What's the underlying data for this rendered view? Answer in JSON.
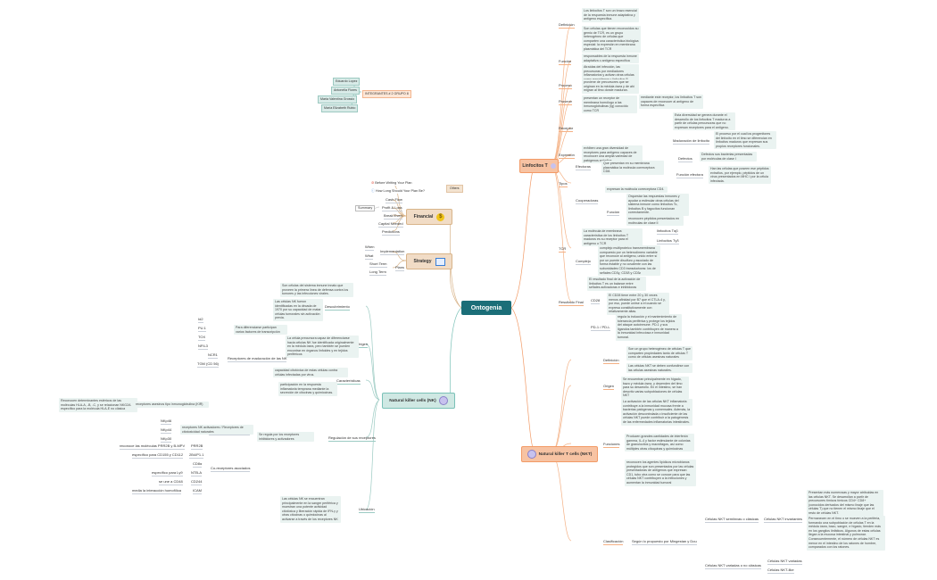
{
  "central": {
    "label": "Ontogenia"
  },
  "integrantes": {
    "title": "INTEGRANTES # 2 GRUPO 8",
    "members": [
      "Eduardo Lopez",
      "Antonella Flores",
      "Maria Valentina Grossio",
      "María Elizabeth Rubio"
    ]
  },
  "financial": {
    "label": "Financial",
    "icon": "dollar-icon",
    "top_items": [
      "Before Writing Your Plan",
      "How Long Should Your Plan Be?"
    ],
    "others": "Others",
    "summary": "Summary",
    "items": [
      "Cash Flow",
      "Profit & Loss",
      "Break Even",
      "Capital Needed",
      "Predictions"
    ]
  },
  "strategy": {
    "label": "Strategy",
    "icon": "presentation-icon",
    "implementation": "Implementation",
    "when": "When",
    "what": "What",
    "plans": "Plans",
    "plan_items": [
      "Short Term",
      "Long Term"
    ]
  },
  "nk": {
    "label": "Natural killer cells (NK)",
    "icon": "cells-icon",
    "descubrimiento": {
      "label": "Descubrimiento",
      "items": [
        "Son células del sistema inmune innato que proveen la primera línea de defensa contra los tumores y las infecciones virales.",
        "Las células NK fueron identificadas en la década de 1970 por su capacidad de matar células tumorales sin activación previa."
      ]
    },
    "origen": {
      "label": "Origen",
      "factores_text": "Para diferenciarse participan varios factores de transcripción",
      "factores": [
        "Id2",
        "PU.1",
        "TOX",
        "NFIL3"
      ],
      "precursor_text": "La célula precursora capaz de diferenciarse hacia células NK fue identificada originalmente en la médula ósea, pero también se pueden encontrar en órganos linfoides y en tejidos periféricos",
      "receptores_label": "Receptores de maduración de las NK",
      "receptores": [
        "NCR1",
        "TGM (CD 56)"
      ]
    },
    "caracteristicas": {
      "label": "Características",
      "items": [
        "capacidad citotóxica de estas células contra células infectadas por virus.",
        "participación en la respuesta inflamatoria temprana mediante la secreción de citocinas y quimiocinas."
      ]
    },
    "regulacion": {
      "label": "Regulación de sus receptores",
      "main_text": "Se regula por los receptores inhibidores y activadores",
      "inhibidores_label": "receptores NK inhibidores",
      "inhibidores_text": "Reconocen determinantes estéricos de las moléculas HLA-A, -B, -C, y se relacionan NKG2A específico para la molécula HLA-E no clásica",
      "inh_sub": "receptores asesinos tipo inmunoglobulina (KIR)",
      "activadores_label": "receptores NK activadores / Receptores de citotoxicidad naturales",
      "activadores": [
        "NKp46",
        "NKp44",
        "NKp30"
      ],
      "coreceptores_label": "Co-receptores asociados",
      "coreceptores": [
        {
          "name": "PRR2B",
          "desc": "reconoce las moléculas PRR2B y B-MPV"
        },
        {
          "name": "2B4/P1.1",
          "desc": "específico para CD155 y CD112"
        },
        {
          "name": "CD8α",
          "desc": ""
        },
        {
          "name": "NTB-A",
          "desc": "específico para Ly9"
        },
        {
          "name": "CD244",
          "desc": "se une a CD48"
        },
        {
          "name": "ICAM",
          "desc": "media la interacción homofílica"
        }
      ]
    },
    "ubicacion": {
      "label": "Ubicación",
      "text": "Las células NK se encuentran principalmente en la sangre periférica y muestran una potente actividad citotóxica y liberación rápida de IFN-γ y otras citocinas o quimiocinas al activarse a través de los receptores NK"
    }
  },
  "linfocitos": {
    "label": "Linfocitos T",
    "icon": "cells-icon",
    "definicion": {
      "label": "Definición",
      "items": [
        "Los linfocitos T son un brazo esencial de la respuesta inmune adaptativa y antígeno específica.",
        "Son células que tienen reconocidos su gemio de TCR, es un grupo heterogéneo de células que comparten una característica biológica especial: la expresión en membrana plasmática del TCR"
      ]
    },
    "funcion": {
      "label": "Función",
      "items": [
        "responsables de la respuesta inmune adaptativa o antígeno específica"
      ]
    },
    "proceso": {
      "label": "Proceso",
      "items": [
        "Atraídas del infección, las precursoras por mediadores inflamatorios y activan otras células como macrófagos y linfocitos B."
      ]
    },
    "provenir": {
      "label": "Provenir",
      "items": [
        "proviene de precursores que se originan en la médula ósea y de ahí migran al timo donde maduran."
      ]
    },
    "receptor": {
      "label": "Receptor",
      "items": [
        "presentan un receptor de membrana homólogo a las inmunoglobulinas (Ig) conocido como TCR",
        "mediante este receptor, los linfocitos T son capaces de reconocer al antígeno de forma específica"
      ]
    },
    "expresion": {
      "label": "Expresión",
      "items": [
        "exhiben una gran diversidad de receptores para antígeno capaces de reconocer una amplia variedad de patógenos extraños",
        "Esta diversidad se genera durante el desarrollo de los linfocitos T maduros a partir de células precursoras que no expresan receptores para el antígeno.",
        "El proceso por el cual los progenitores del linfocito en el timo se diferencian en linfocitos maduros que expresan sus propios receptores funcionales."
      ],
      "sub": "Maduración de linfocito"
    },
    "tipos": {
      "label": "Tipos",
      "efectores": {
        "label": "Efectoras",
        "text": "Que presentan en su membrana plasmática la molécula correceptora CD8.",
        "defectos": "Defectos",
        "defectos_text": "Defectos sus bacterias presentadas por moléculas de clase I",
        "funcion_efectora": "Función efectora",
        "funcion_text": "Han las células que poseen ese péptidos extraños, por ejemplo, péptidos de un virus presentados en MHC I por la célula infectada."
      },
      "cooperadoras": {
        "label": "Cooperadoras",
        "text": "expresan la molécula correceptora CD4.",
        "funcion": "Función",
        "funcion_text": "Orquestar las respuestas inmunes y ayudar a estimular otras células del sistema inmune como linfocitos Tc, linfocitos B y fagocitos funcionan correctamente.",
        "extra": "reconocen péptidos presentados en moléculas de clase II"
      }
    },
    "tcr": {
      "label": "TCR",
      "text": "La molécula de membrana característica de los linfocitos T maduros es su receptor para el antígeno o TCR",
      "tipos": [
        "linfocitos Tαβ",
        "Linfocitos Tγδ"
      ],
      "complejo": "Complejo",
      "complejo_text": "complejo multiproteico transmembrana compuesto por un heterodímero variable que reconoce al antígeno, unido entre sí por un puente disulfuro y asociado de forma estable y no covalente con las subunidades CD3 transductoras: los de señales CD3γ, CD3δ y CD3ε"
    },
    "resultado": {
      "label": "Resultado Final",
      "text": "El resultado final de la activación de linfocitos T es un balance entre señales activadoras e inhibidoras",
      "cd28": "CD28",
      "cd28_text": "El CD28 tiene entre 20 y 30 veces menos afinidad por B7 que el CTLA-4 y, por eso, puede unirse a el cuando se expresa constitutivamente con relativamente altas.",
      "pd1": "PD-1 / PD-L",
      "pd1_text": "regula la inducción y el mantenimiento de tolerancia periférica y protege los tejidos del ataque autoinmune. PD-1 y sus ligandos también contribuyen de manera a la inmunidad infecciosa e inmunidad tumoral."
    }
  },
  "nkt": {
    "label": "Natural killer T cells (NKT)",
    "icon": "cells-icon",
    "definicion": {
      "label": "Definición",
      "items": [
        "Son un grupo heterogéneo de células T que comparten propiedades tanto de células T como de células asesinas naturales",
        "Las células NKT se deben confundirse con las células asesinas naturales."
      ]
    },
    "origen": {
      "label": "Origen",
      "items": [
        "Se encuentran principalmente en hígado, bazo y médula ósea, y dependen del timo para su desarrollo. En el intestino, se han descrito varias subpoblaciones de células NKT",
        "La activación de las células NKT inflamatoria contribuye a la inmunidad mucosa frente a bacterias patógenas y comensales. Además, la activación descontrolada o insuficiente de las células NKT puede contribuir a la patogénesis de las enfermedades inflamatorias intestinales."
      ]
    },
    "funciones": {
      "label": "Funciones",
      "items": [
        "Producen grandes cantidades de interferón gamma, IL-4 y factor estimulante de colonias de granulocitos y macrófagos, así como múltiples otras citoquinas y quimiocinas",
        "reconocen los agentes lipídicos microbianos protegidos que son presentados por las células presentadoras de antígenos que expresan CD1, tubo otra como se conoce para que las células NKT contribuyen a la infecciones y aumentan la inmunidad tumoral"
      ]
    },
    "clasificacion": {
      "label": "Clasificación",
      "text": "Según lo propuesto por Mingestan y Dou",
      "tipo1": "Células NKT semiinvas o clásicas",
      "tipo1_sub": "Células NKT invariantes",
      "tipo1_items": [
        "Presentan más numerosas y mayor atribuidas en las células NKT. Se desarrollan a partir de precursores tímicos tímicos CD4+ CD8+ (conocidos derivados del mismo linaje que las células T) que no tienen el mismo linaje que el resto de células NKT.",
        "Permanecen en el timo o se mueven a la periferia, formando una subpoblación de células T en la médula ósea, bazo, sangre, e hígado, tienden más en los ganglios linfáticos. Algunos de estas células llegan a la mucosa intestinal y pulmonar. Consecuentemente, el número de células NKT es menor en el intestino de los ratones de hombre, comparados con los ratones."
      ],
      "tipo2": "Células NKT variadas o no clásicas",
      "tipo2_items": [
        "Células NKT variadas",
        "Células NKT-like"
      ]
    }
  },
  "colors": {
    "central": "#1b6e78",
    "orange": "#f5b793",
    "tan": "#d8b48a",
    "teal": "#a8d6cf",
    "branch_orange": "#f29a66",
    "branch_teal": "#7ac1b7",
    "branch_blue": "#8aa9d6"
  }
}
